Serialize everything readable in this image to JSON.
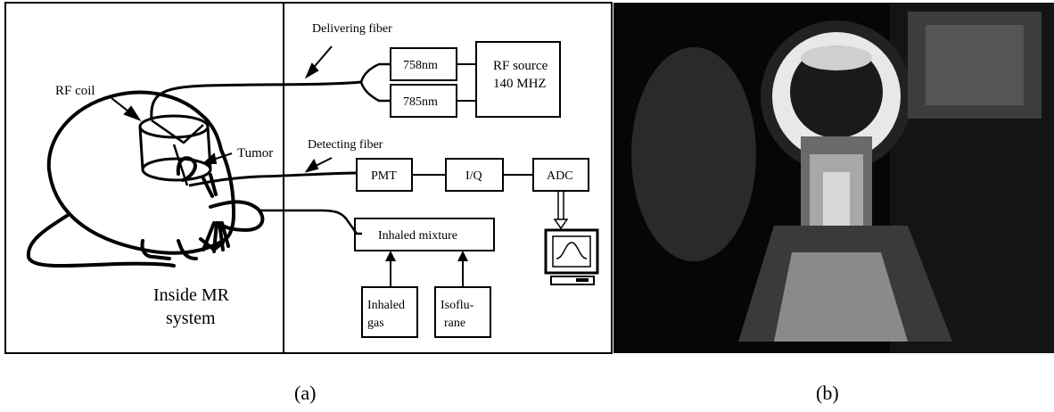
{
  "panel_a": {
    "labels": {
      "delivering_fiber": "Delivering fiber",
      "detecting_fiber": "Detecting fiber",
      "rf_coil": "RF coil",
      "tumor": "Tumor",
      "inside_mr": "Inside MR",
      "system": "system"
    },
    "boxes": {
      "laser_758": "758nm",
      "laser_785": "785nm",
      "rf_source_line1": "RF source",
      "rf_source_line2": "140 MHZ",
      "pmt": "PMT",
      "iq": "I/Q",
      "adc": "ADC",
      "inhaled_mixture": "Inhaled mixture",
      "inhaled_gas_line1": "Inhaled",
      "inhaled_gas_line2": "gas",
      "isoflurane_line1": "Isoflu-",
      "isoflurane_line2": "rane"
    }
  },
  "captions": {
    "a": "(a)",
    "b": "(b)"
  },
  "icons": [
    "mouse-illustration",
    "computer-monitor-icon",
    "mr-scanner-photo"
  ]
}
